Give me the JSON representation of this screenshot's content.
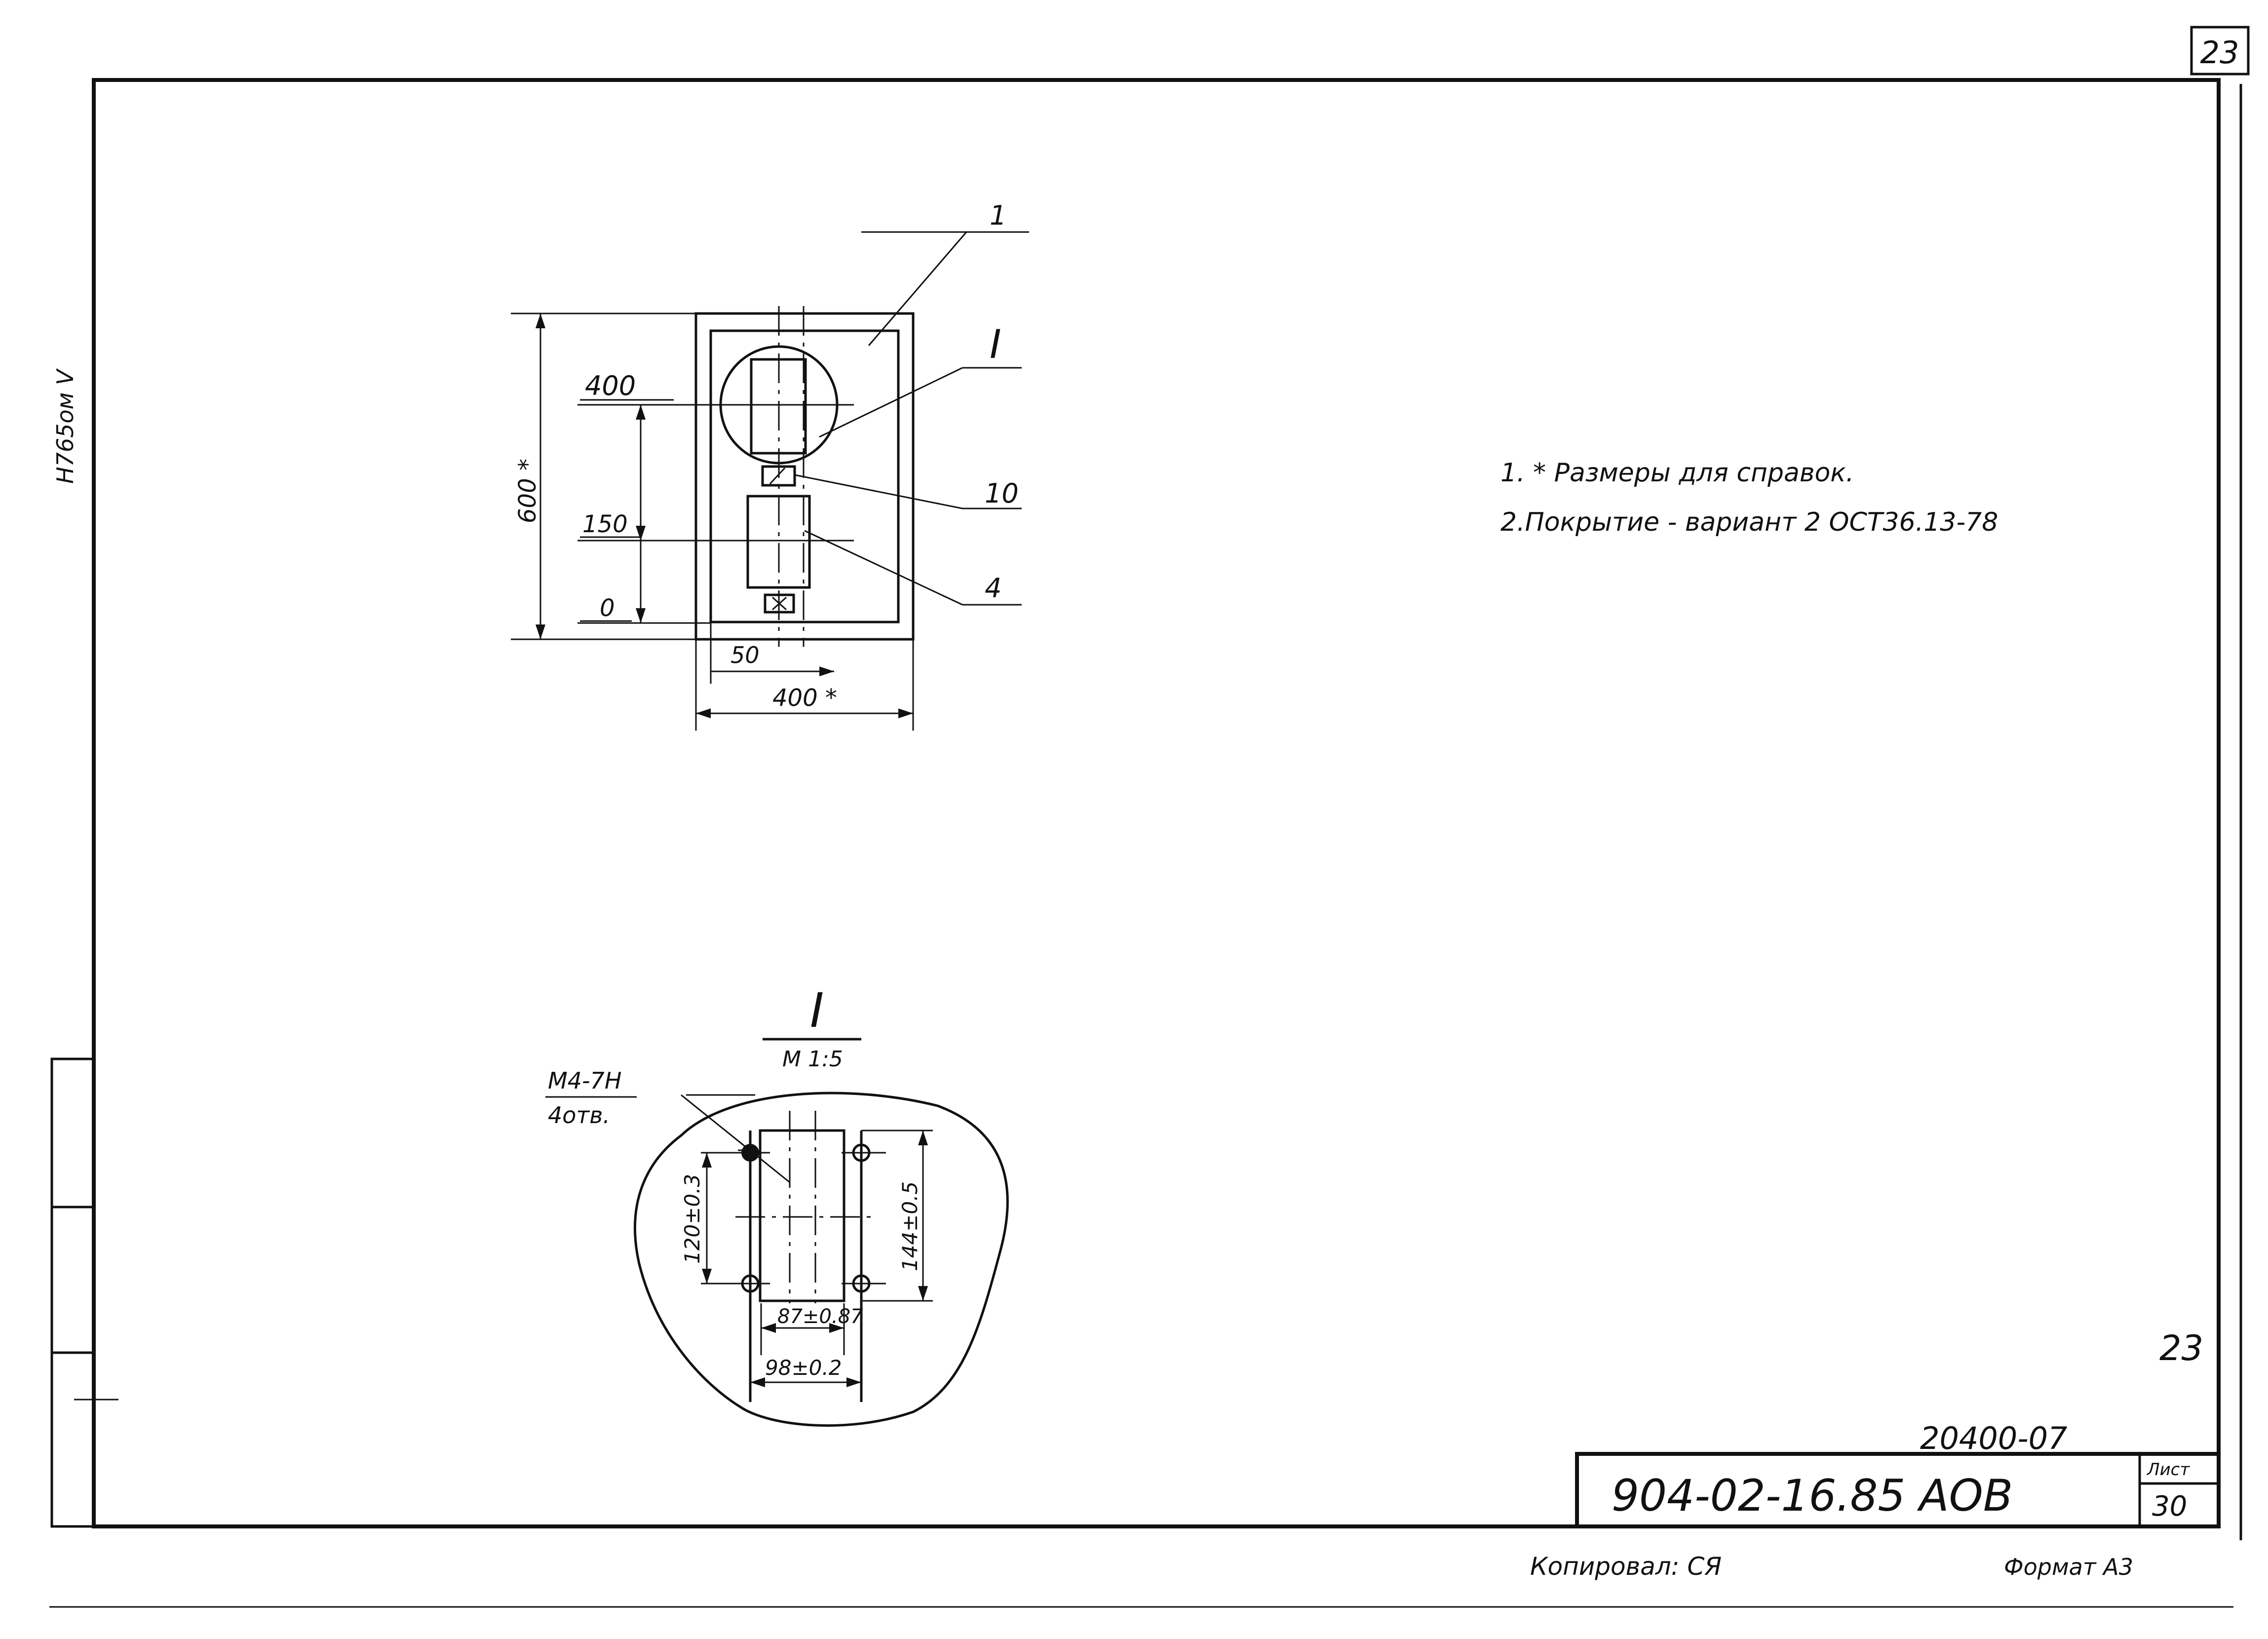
{
  "sheet": {
    "page_number": "23",
    "stamp_text": "Н765ом V"
  },
  "notes": {
    "line1": "1. * Размеры для справок.",
    "line2": "2.Покрытие - вариант 2 ОСТ36.13-78"
  },
  "main_view": {
    "dim_height": "600 *",
    "level_400": "400",
    "level_150": "150",
    "level_0": "0",
    "dim_50": "50",
    "dim_width": "400 *",
    "callouts": {
      "c1": "1",
      "cI": "I",
      "c10": "10",
      "c4": "4"
    }
  },
  "detail_view": {
    "title": "I",
    "scale": "M 1:5",
    "thread": "M4-7H",
    "holes": "4отв.",
    "dim_left": "120±0.3",
    "dim_right": "144±0.5",
    "dim_inner": "87±0.87",
    "dim_outer": "98±0.2"
  },
  "title_block": {
    "sheet_note": "23",
    "ref_number": "20400-07",
    "designation": "904-02-16.85 АОВ",
    "sheet_label": "Лист",
    "sheet_value": "30"
  },
  "footer": {
    "copied": "Копировал: СЯ",
    "format": "Формат А3"
  }
}
